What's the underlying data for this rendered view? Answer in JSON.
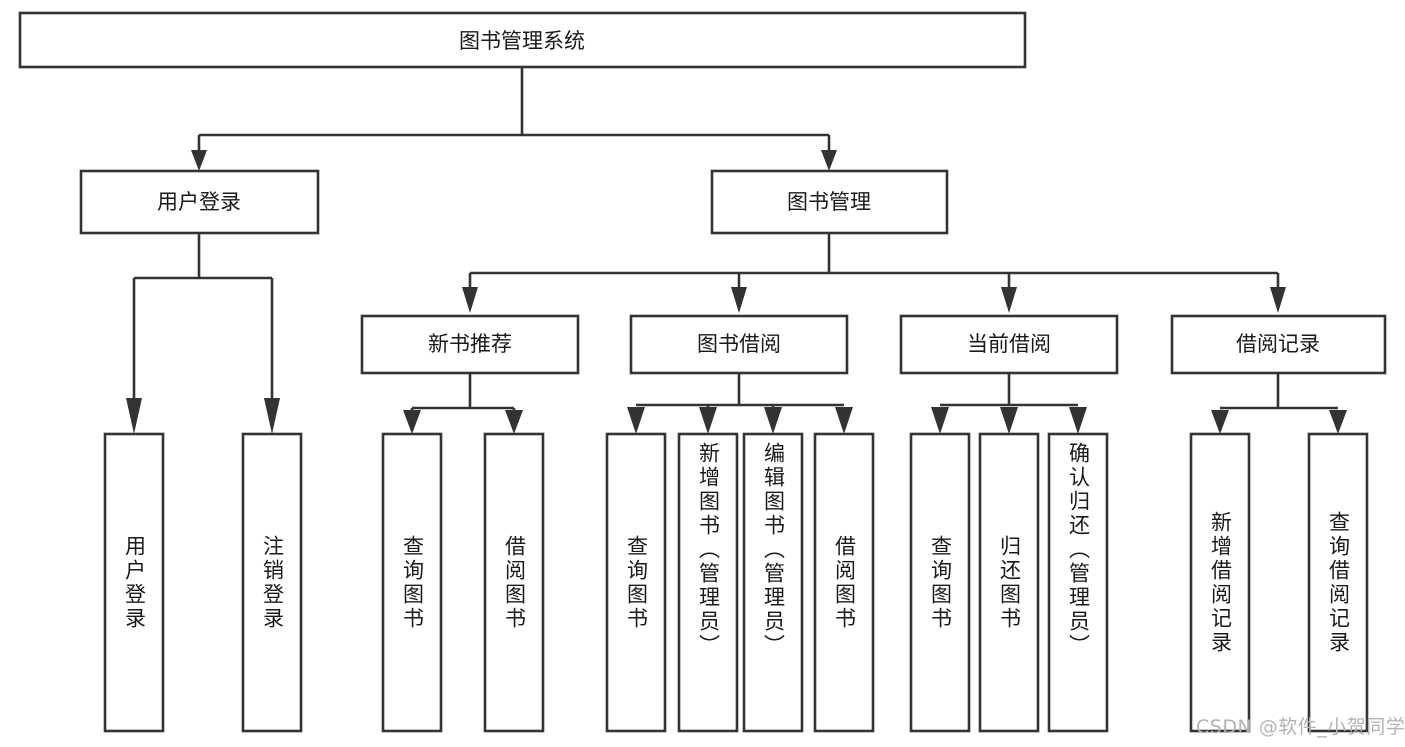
{
  "diagram": {
    "title": "图书管理系统",
    "watermark": "CSDN @软件_小贺同学",
    "colors": {
      "background": "#ffffff",
      "box_stroke": "#333333",
      "box_fill": "#ffffff",
      "text": "#1a1a1a",
      "watermark": "#b3b3b3"
    },
    "root": {
      "label": "图书管理系统"
    },
    "level2": [
      {
        "label": "用户登录"
      },
      {
        "label": "图书管理"
      }
    ],
    "level3": [
      {
        "label": "新书推荐"
      },
      {
        "label": "图书借阅"
      },
      {
        "label": "当前借阅"
      },
      {
        "label": "借阅记录"
      }
    ],
    "leaves": {
      "user_login": [
        {
          "label": "用户登录"
        },
        {
          "label": "注销登录"
        }
      ],
      "new_book_recommend": [
        {
          "label": "查询图书"
        },
        {
          "label": "借阅图书"
        }
      ],
      "book_borrow": [
        {
          "label": "查询图书"
        },
        {
          "label": "新增图书（管理员）"
        },
        {
          "label": "编辑图书（管理员）"
        },
        {
          "label": "借阅图书"
        }
      ],
      "current_borrow": [
        {
          "label": "查询图书"
        },
        {
          "label": "归还图书"
        },
        {
          "label": "确认归还（管理员）"
        }
      ],
      "borrow_record": [
        {
          "label": "新增借阅记录"
        },
        {
          "label": "查询借阅记录"
        }
      ]
    }
  }
}
